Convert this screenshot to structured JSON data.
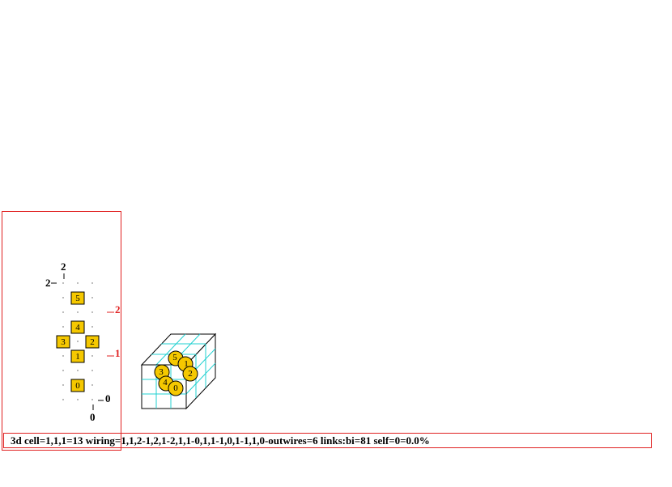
{
  "caption": "3d cell=1,1,1=13 wiring=1,1,2-1,2,1-2,1,1-0,1,1-1,0,1-1,1,0-outwires=6 links:bi=81 self=0=0.0%",
  "axes": {
    "top_value": "2",
    "left_value": "2",
    "bottom_value": "0",
    "right_value": "0"
  },
  "levels": [
    "2",
    "1"
  ],
  "nodes_2d": [
    {
      "label": "5"
    },
    {
      "label": "4"
    },
    {
      "label": "3"
    },
    {
      "label": "2"
    },
    {
      "label": "1"
    },
    {
      "label": "0"
    }
  ],
  "nodes_3d": [
    {
      "label": "5"
    },
    {
      "label": "1"
    },
    {
      "label": "3"
    },
    {
      "label": "2"
    },
    {
      "label": "4"
    },
    {
      "label": "0"
    }
  ],
  "colors": {
    "frame": "#e02020",
    "node_fill": "#f5c800",
    "grid": "#20d0d0",
    "link": "#e02020"
  }
}
